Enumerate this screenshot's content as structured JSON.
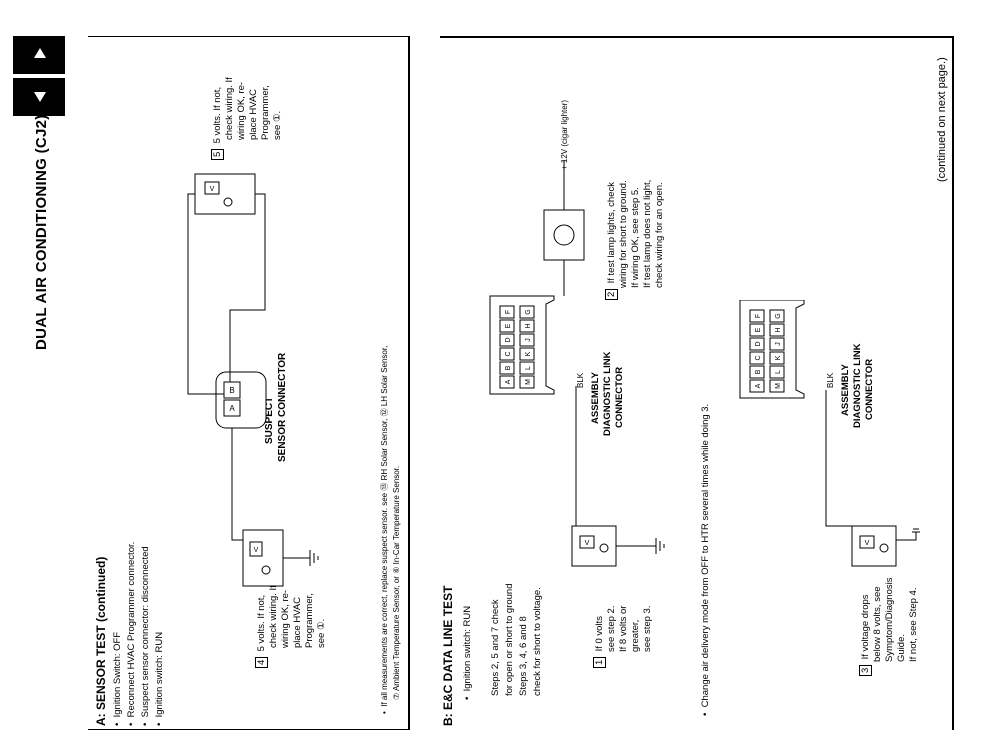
{
  "header": {
    "title": "DUAL AIR CONDITIONING (CJ2)",
    "continued": "(continued on next page.)"
  },
  "section_a": {
    "title": "A: SENSOR TEST (continued)",
    "bullets": [
      "Ignition Switch: OFF",
      "Reconnect HVAC Programmer connector.",
      "Suspect sensor connector: disconnected",
      "Ignition switch: RUN"
    ],
    "step4_text": [
      "5 volts. If not,",
      "check wiring. If",
      "wiring OK, re-",
      "place HVAC",
      "Programmer,",
      "see ①."
    ],
    "step4_num": "4",
    "step5_text": [
      "5 volts. If not,",
      "check wiring. If",
      "wiring OK, re-",
      "place HVAC",
      "Programmer,",
      "see ①."
    ],
    "step5_num": "5",
    "connector_label": [
      "SUSPECT",
      "SENSOR CONNECTOR"
    ],
    "pins": [
      "A",
      "B"
    ],
    "footnote_1": "If all measurements are correct, replace suspect sensor. see ⑬ RH Solar Sensor, ⑫ LH Solar Sensor,",
    "footnote_2": "⑦ Ambient Temperature Sensor, or ⑥ In-Car Temperature Sensor."
  },
  "section_b": {
    "title": "B: E&C DATA LINE TEST",
    "bullet1": "Ignition switch: RUN",
    "steps_text": [
      "Steps 2, 5 and 7 check",
      "for open or short to ground",
      "Steps 3, 4, 6 and 8",
      "check for short to voltage."
    ],
    "step1_num": "1",
    "step1_text": [
      "If 0 volts",
      "see step 2.",
      "If 8 volts or",
      "greater,",
      "see step 3."
    ],
    "step2_num": "2",
    "step2_text": [
      "If test lamp lights, check",
      "wiring for short to ground.",
      "If wiring OK, see step 5.",
      "If test lamp does not light,",
      "check wiring for an open."
    ],
    "supply_label": "+ 12V (cigar lighter)",
    "blk": "BLK",
    "assembly_label": [
      "ASSEMBLY",
      "DIAGNOSTIC LINK",
      "CONNECTOR"
    ],
    "pins_row1": [
      "F",
      "E",
      "D",
      "C",
      "B",
      "A"
    ],
    "pins_row2": [
      "G",
      "H",
      "J",
      "K",
      "L",
      "M"
    ],
    "bullet2": "Change air delivery mode from OFF to HTR several times while doing 3.",
    "step3_num": "3",
    "step3_text": [
      "If voltage drops",
      "below 8 volts, see",
      "Symptom/Diagnosis",
      "Guide.",
      "If not, see Step 4."
    ]
  }
}
